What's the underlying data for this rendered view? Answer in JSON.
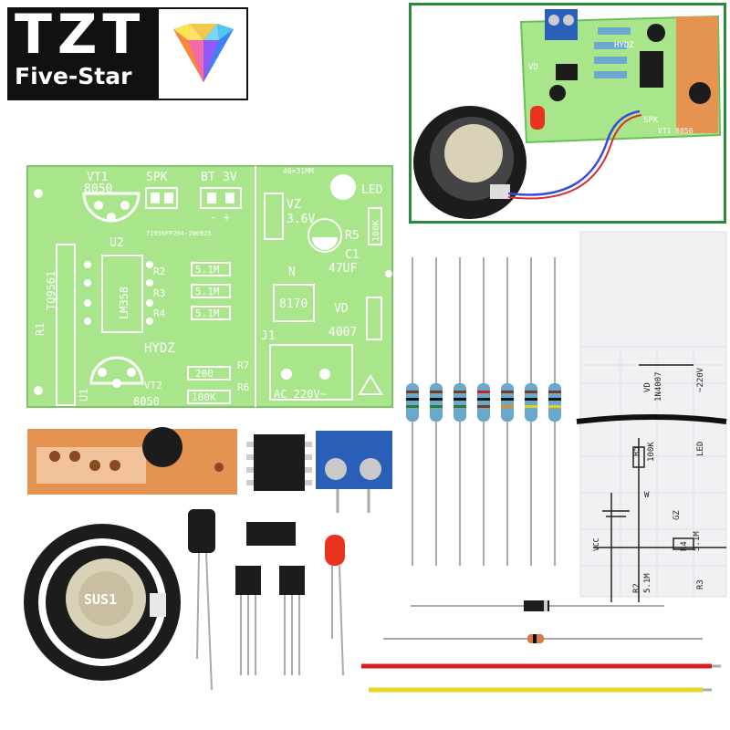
{
  "logo": {
    "brand": "TZT",
    "subtitle": "Five-Star",
    "gem_colors": [
      "#f7e84a",
      "#f26aa6",
      "#4bc9ef",
      "#8b5cf6"
    ]
  },
  "colors": {
    "pcb_green": "#a9e58a",
    "pcb_dark": "#6cbf57",
    "inset_border": "#2a8a3a",
    "chip_black": "#1c1c1c",
    "terminal_blue": "#2a5fb8",
    "led_red": "#e8331f",
    "wire_red": "#d32020",
    "wire_yellow": "#e9d420"
  },
  "pcb_labels": {
    "vt1": "VT1",
    "vt1_part": "8050",
    "spk": "SPK",
    "bt": "BT",
    "bt_volt": "3V",
    "size": "46×31MM",
    "led": "LED",
    "vz": "VZ",
    "vz_volt": "3.6V",
    "r5": "R5",
    "r5_val": "100K",
    "c1": "C1",
    "c1_val": "47UF",
    "u2": "U2",
    "code": "71956FP204-200925",
    "ic": "LM358",
    "r2": "R2",
    "r3": "R3",
    "r4": "R4",
    "r_val": "5.1M",
    "tq": "TQ9561",
    "r1": "R1",
    "n": "N",
    "chip": "8170",
    "vd": "VD",
    "vd_part": "4007",
    "j1": "J1",
    "hydz": "HYDZ",
    "r7": "R7",
    "r7_val": "200",
    "r6": "R6",
    "r6_val": "100K",
    "vt2": "VT2",
    "vt2_part": "8050",
    "u1": "U1",
    "ac": "AC  220V~"
  },
  "inset_labels": {
    "vd": "VD",
    "hydz": "HYDZ",
    "spk": "SPK",
    "vt": "VT1 8050"
  },
  "components": {
    "speaker_label": "SUS1"
  },
  "schematic_labels": {
    "vd": "VD",
    "vd_part": "1N4007",
    "r5": "R5",
    "r5_val": "100K",
    "led": "LED",
    "w": "W",
    "gz": "GZ",
    "r4": "R4",
    "r4_val": "5.1M",
    "r2": "R2",
    "r2_val": "5.1M",
    "r3": "R3",
    "vcc": "VCC",
    "ac": "~220V"
  }
}
